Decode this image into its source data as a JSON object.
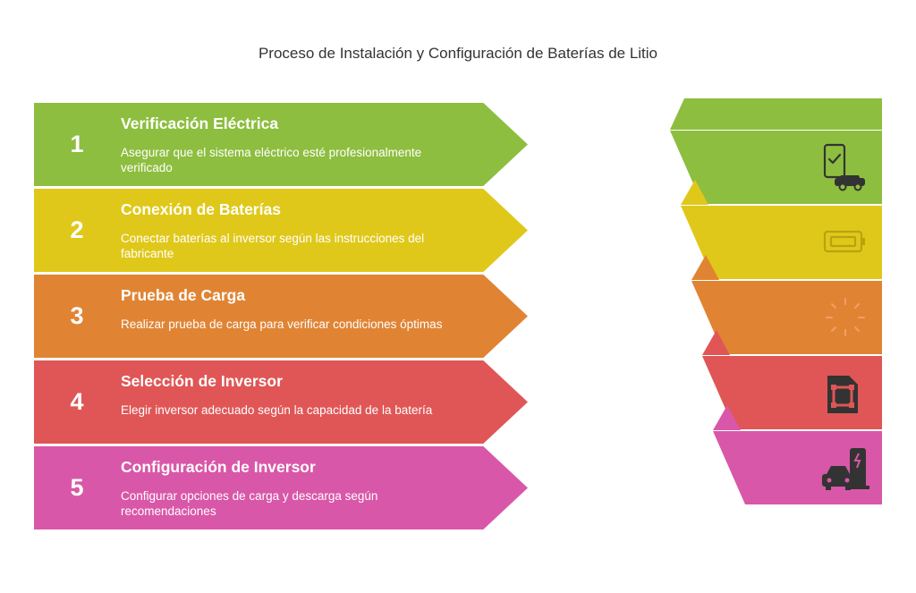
{
  "title": "Proceso de Instalación y Configuración de Baterías de Litio",
  "steps": [
    {
      "number": "1",
      "heading": "Verificación Eléctrica",
      "description": "Asegurar que el sistema eléctrico esté profesionalmente verificado",
      "color": "#8dbe3f",
      "icon": "phone-check-car-icon"
    },
    {
      "number": "2",
      "heading": "Conexión de Baterías",
      "description": "Conectar baterías al inversor según las instrucciones del fabricante",
      "color": "#e0c81a",
      "icon": "battery-icon"
    },
    {
      "number": "3",
      "heading": "Prueba de Carga",
      "description": "Realizar prueba de carga para verificar condiciones óptimas",
      "color": "#e08434",
      "icon": "loading-spinner-icon"
    },
    {
      "number": "4",
      "heading": "Selección de Inversor",
      "description": "Elegir inversor adecuado según la capacidad de la batería",
      "color": "#e05656",
      "icon": "chip-card-icon"
    },
    {
      "number": "5",
      "heading": "Configuración de Inversor",
      "description": "Configurar opciones de carga y descarga según recomendaciones",
      "color": "#d957a8",
      "icon": "car-charging-station-icon"
    }
  ],
  "colors": {
    "green_dark": "#6f9a2c",
    "yellow_dark": "#b9a212",
    "orange_dark": "#c0692a",
    "red_dark": "#c04444",
    "icon_dark": "#333333"
  }
}
